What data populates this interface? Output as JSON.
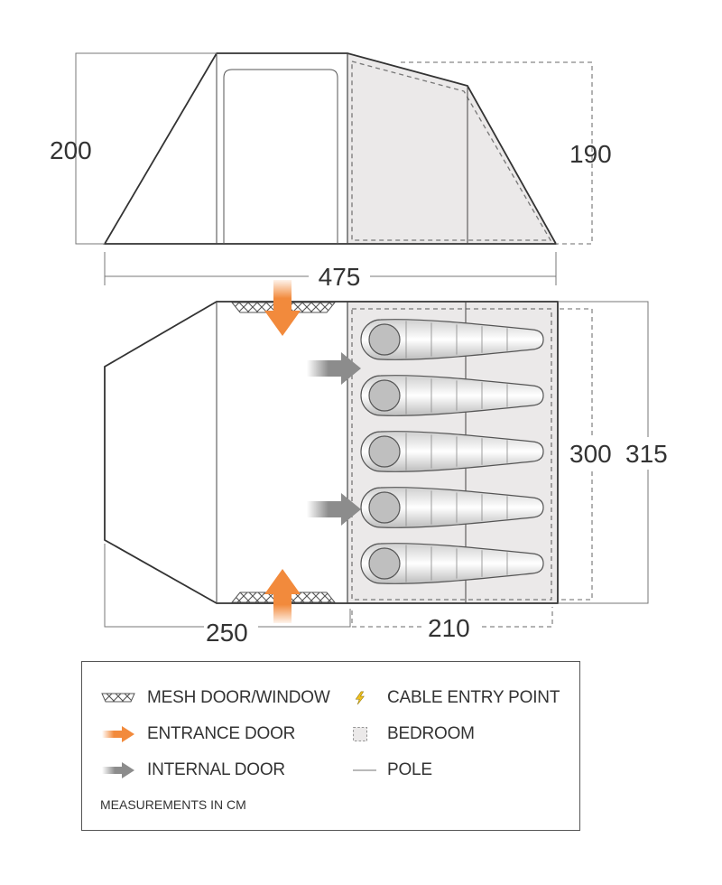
{
  "dimensions": {
    "front_height": "200",
    "rear_height": "190",
    "total_length": "475",
    "inner_width": "300",
    "outer_width": "315",
    "porch_length": "250",
    "bedroom_length": "210"
  },
  "sleeping_bags": 5,
  "colors": {
    "outline": "#333333",
    "bedroom_fill": "#ebe9e9",
    "entrance_arrow": "#f28a3c",
    "internal_arrow": "#8c8c8c",
    "cable_bolt": "#f0c020",
    "dashed": "#888888"
  },
  "legend": {
    "mesh_label": "MESH DOOR/WINDOW",
    "entrance_label": "ENTRANCE DOOR",
    "internal_label": "INTERNAL DOOR",
    "cable_label": "CABLE ENTRY POINT",
    "bedroom_label": "BEDROOM",
    "pole_label": "POLE",
    "note": "MEASUREMENTS IN CM"
  }
}
